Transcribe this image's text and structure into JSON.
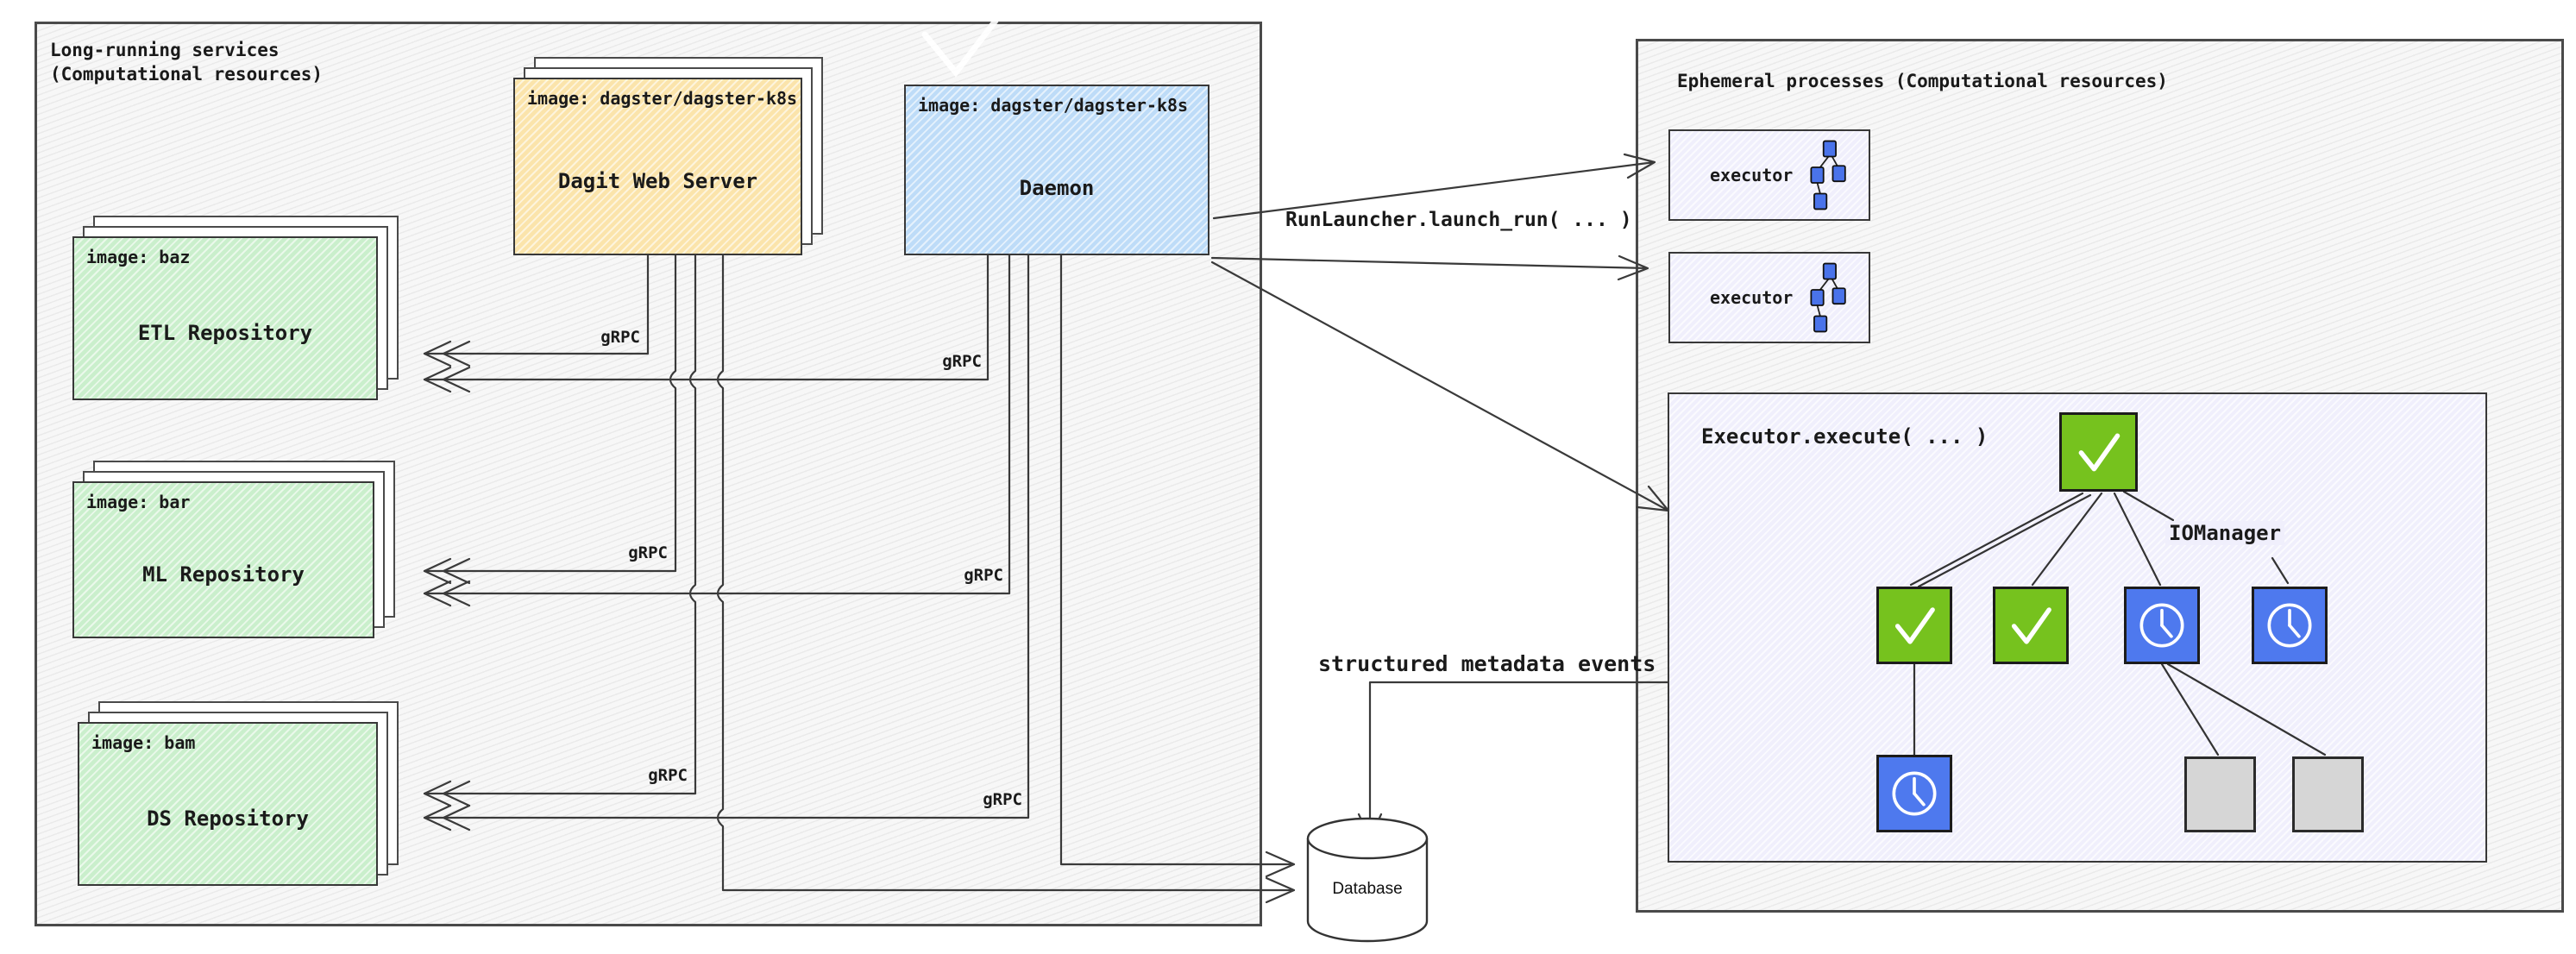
{
  "left_panel": {
    "title": "Long-running services\n(Computational resources)",
    "dagit": {
      "image_label": "image: dagster/dagster-k8s",
      "name": "Dagit Web Server"
    },
    "daemon": {
      "image_label": "image: dagster/dagster-k8s",
      "name": "Daemon"
    },
    "repositories": [
      {
        "image_label": "image: baz",
        "name": "ETL Repository"
      },
      {
        "image_label": "image: bar",
        "name": "ML Repository"
      },
      {
        "image_label": "image: bam",
        "name": "DS Repository"
      }
    ]
  },
  "right_panel": {
    "title": "Ephemeral processes (Computational resources)",
    "executors": [
      {
        "label": "executor"
      },
      {
        "label": "executor"
      }
    ],
    "executor_box": {
      "title": "Executor.execute( ... )",
      "io_manager": "IOManager"
    }
  },
  "connections": {
    "grpc": "gRPC",
    "run_launcher": "RunLauncher.launch_run( ... )",
    "structured_metadata": "structured metadata events"
  },
  "database": {
    "label": "Database"
  },
  "icons": {
    "success_step": "check-icon",
    "pending_step": "clock-icon",
    "skipped_step": "gray-square-icon",
    "executor_graph": "dag-icon",
    "storage": "database-cylinder-icon"
  },
  "colors": {
    "dagit_fill": "#fbe4ab",
    "daemon_fill": "#bedcf8",
    "repo_fill": "#caefcc",
    "ephemeral_fill": "#f0effc",
    "panel_fill": "#f7f7f7",
    "success_node": "#76c21e",
    "pending_node": "#4e79ee",
    "skipped_node": "#d6d6d6",
    "line": "#3a3a3a"
  }
}
